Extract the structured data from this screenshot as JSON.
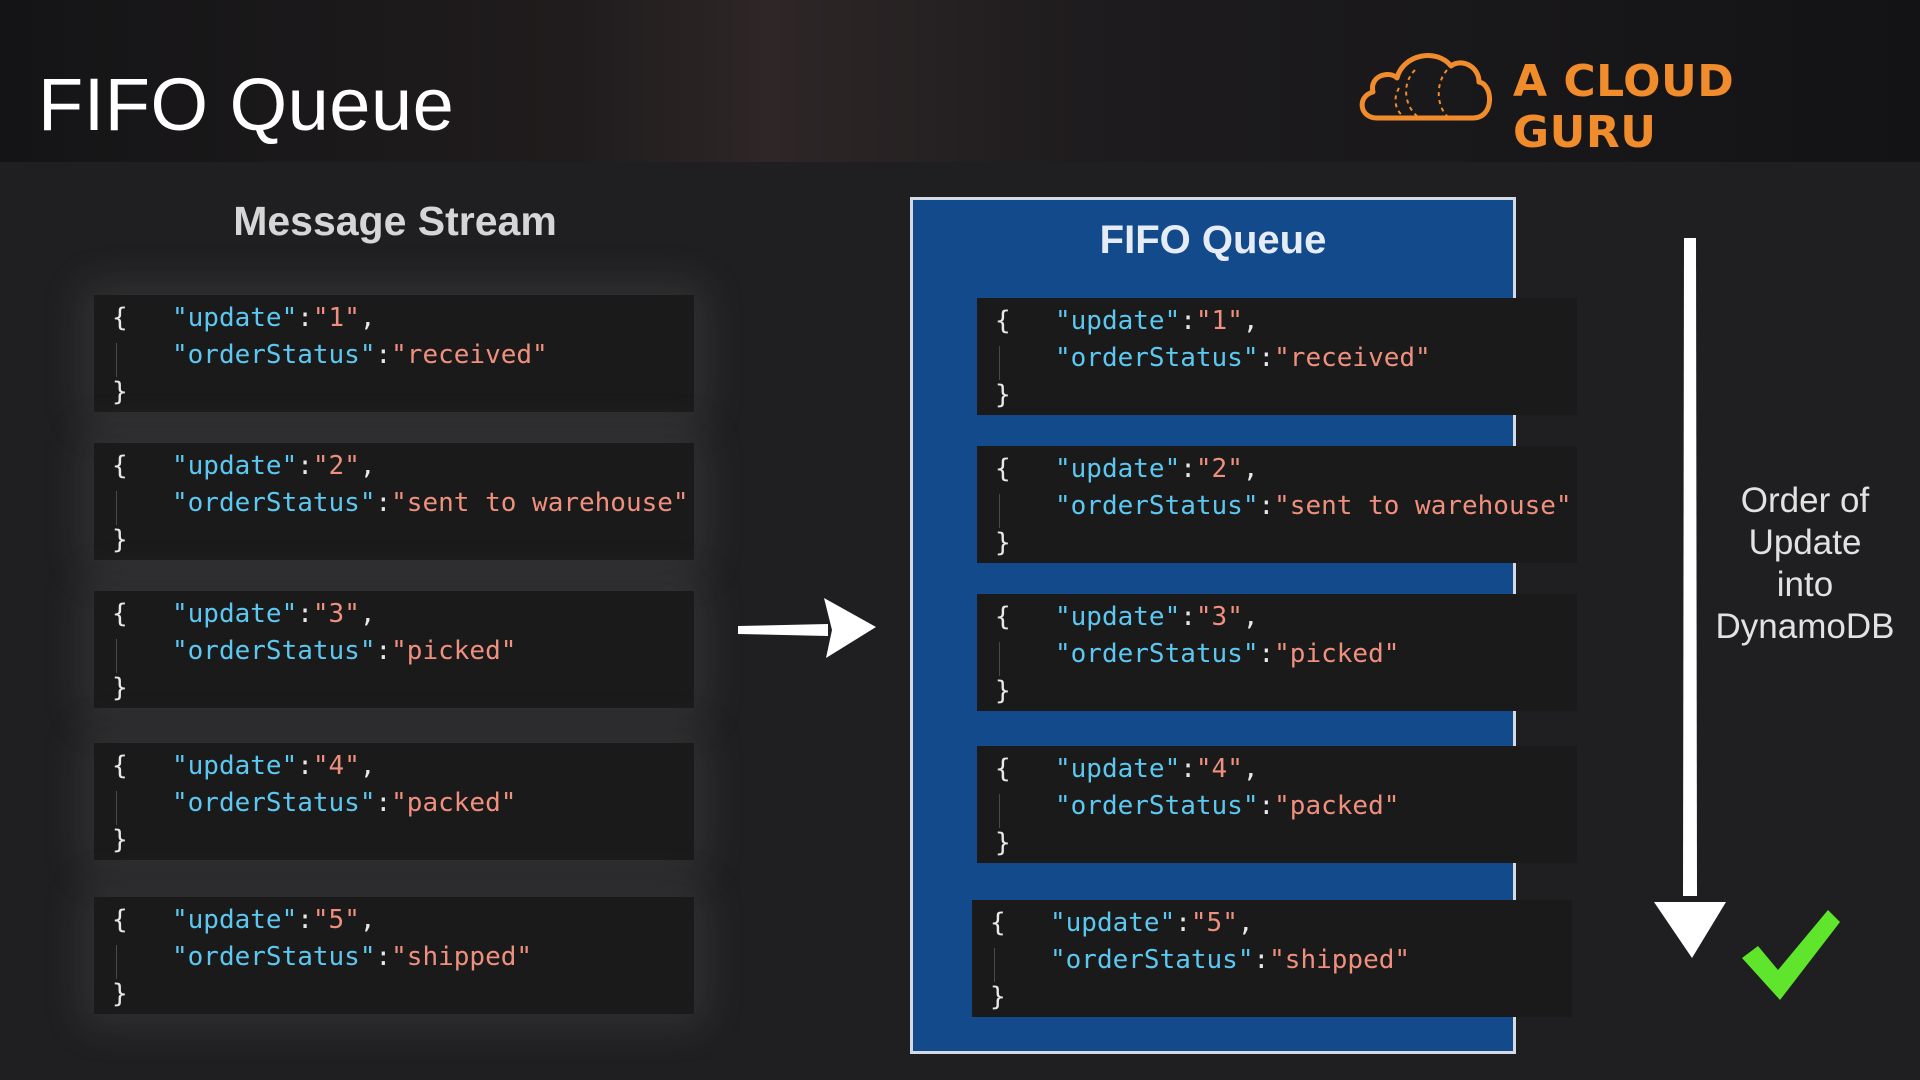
{
  "slide": {
    "title": "FIFO Queue",
    "logo_text": "A CLOUD GURU",
    "stream_title": "Message Stream",
    "queue_title": "FIFO Queue",
    "order_label": [
      "Order of",
      "Update",
      "into",
      "DynamoDB"
    ]
  },
  "code": {
    "open_brace": "{",
    "close_brace": "}",
    "update_key": "\"update\"",
    "status_key": "\"orderStatus\"",
    "colon": ":",
    "comma": ","
  },
  "messages": [
    {
      "update": "\"1\"",
      "status": "\"received\""
    },
    {
      "update": "\"2\"",
      "status": "\"sent to warehouse\""
    },
    {
      "update": "\"3\"",
      "status": "\"picked\""
    },
    {
      "update": "\"4\"",
      "status": "\"packed\""
    },
    {
      "update": "\"5\"",
      "status": "\"shipped\""
    }
  ],
  "colors": {
    "logo_orange": "#f08c2c",
    "queue_blue": "#134a8b",
    "json_key": "#5cc8f2",
    "json_value": "#ef8f7e",
    "check_green": "#5fe52b"
  },
  "icons": {
    "logo": "cloud-icon",
    "flow_arrow": "arrow-right-icon",
    "order_arrow": "arrow-down-icon",
    "success": "checkmark-icon"
  }
}
